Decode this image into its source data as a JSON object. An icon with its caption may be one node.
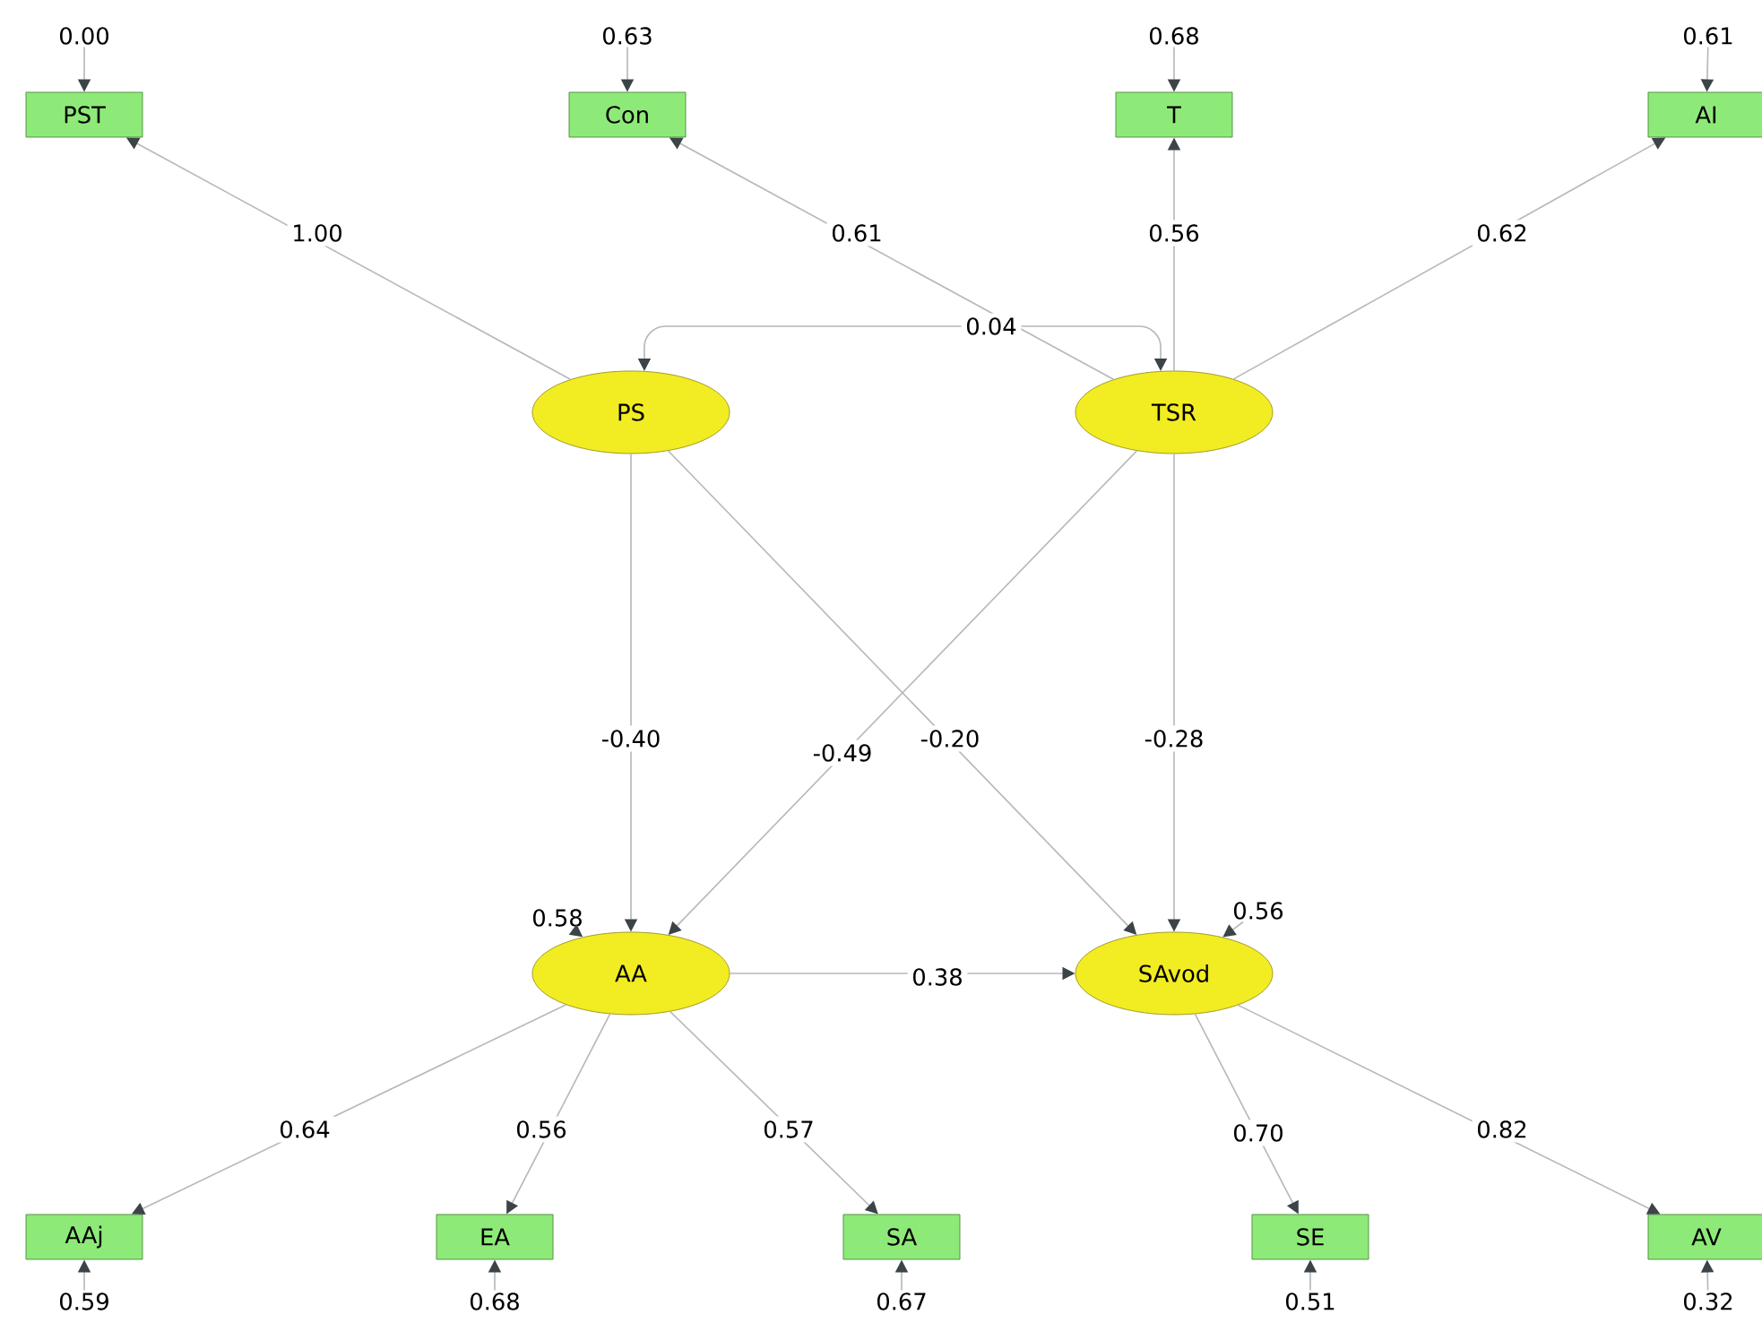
{
  "diagram": {
    "nodes": [
      {
        "text": [
          "0.00"
        ]
      },
      {
        "text": [
          "0.63"
        ]
      },
      {
        "text": [
          "0.68"
        ]
      },
      {
        "text": [
          "0.61"
        ]
      },
      {
        "text": [
          "PST"
        ]
      },
      {
        "text": [
          "Con"
        ]
      },
      {
        "text": [
          "T"
        ]
      },
      {
        "text": [
          "AI"
        ]
      },
      {
        "text": [
          "PS"
        ]
      },
      {
        "text": [
          "TSR"
        ]
      },
      {
        "text": [
          "0.58"
        ]
      },
      {
        "text": [
          "0.56"
        ]
      },
      {
        "text": [
          "AA"
        ]
      },
      {
        "text": [
          "SAvod"
        ]
      },
      {
        "text": [
          "AAj"
        ]
      },
      {
        "text": [
          "EA"
        ]
      },
      {
        "text": [
          "SA"
        ]
      },
      {
        "text": [
          "SE"
        ]
      },
      {
        "text": [
          "AV"
        ]
      },
      {
        "text": [
          "0.59"
        ]
      },
      {
        "text": [
          "0.68"
        ]
      },
      {
        "text": [
          "0.67"
        ]
      },
      {
        "text": [
          "0.51"
        ]
      },
      {
        "text": [
          "0.32"
        ]
      }
    ],
    "edges": [
      {
        "from": 0,
        "to": 4,
        "arrow": "to"
      },
      {
        "from": 1,
        "to": 5,
        "arrow": "to"
      },
      {
        "from": 2,
        "to": 6,
        "arrow": "to"
      },
      {
        "from": 3,
        "to": 7,
        "arrow": "to"
      },
      {
        "from": 8,
        "to": 4,
        "arrow": "to",
        "label": "1.00"
      },
      {
        "from": 9,
        "to": 5,
        "arrow": "to",
        "label": "0.61"
      },
      {
        "from": 9,
        "to": 6,
        "arrow": "to",
        "label": "0.56"
      },
      {
        "from": 9,
        "to": 7,
        "arrow": "to",
        "label": "0.62"
      },
      {
        "from": 8,
        "to": 9,
        "arrow": "both",
        "label": "0.04"
      },
      {
        "from": 8,
        "to": 12,
        "arrow": "to",
        "label": "-0.40"
      },
      {
        "from": 9,
        "to": 12,
        "arrow": "to",
        "label": "-0.49"
      },
      {
        "from": 8,
        "to": 13,
        "arrow": "to",
        "label": "-0.20"
      },
      {
        "from": 9,
        "to": 13,
        "arrow": "to",
        "label": "-0.28"
      },
      {
        "from": 12,
        "to": 13,
        "arrow": "to",
        "label": "0.38"
      },
      {
        "from": 10,
        "to": 12,
        "arrow": "to"
      },
      {
        "from": 11,
        "to": 13,
        "arrow": "to"
      },
      {
        "from": 12,
        "to": 14,
        "arrow": "to",
        "label": "0.64"
      },
      {
        "from": 12,
        "to": 15,
        "arrow": "to",
        "label": "0.56"
      },
      {
        "from": 12,
        "to": 16,
        "arrow": "to",
        "label": "0.57"
      },
      {
        "from": 13,
        "to": 17,
        "arrow": "to",
        "label": "0.70"
      },
      {
        "from": 13,
        "to": 18,
        "arrow": "to",
        "label": "0.82"
      },
      {
        "from": 19,
        "to": 14,
        "arrow": "to"
      },
      {
        "from": 20,
        "to": 15,
        "arrow": "to"
      },
      {
        "from": 21,
        "to": 16,
        "arrow": "to"
      },
      {
        "from": 22,
        "to": 17,
        "arrow": "to"
      },
      {
        "from": 23,
        "to": 18,
        "arrow": "to"
      }
    ]
  }
}
